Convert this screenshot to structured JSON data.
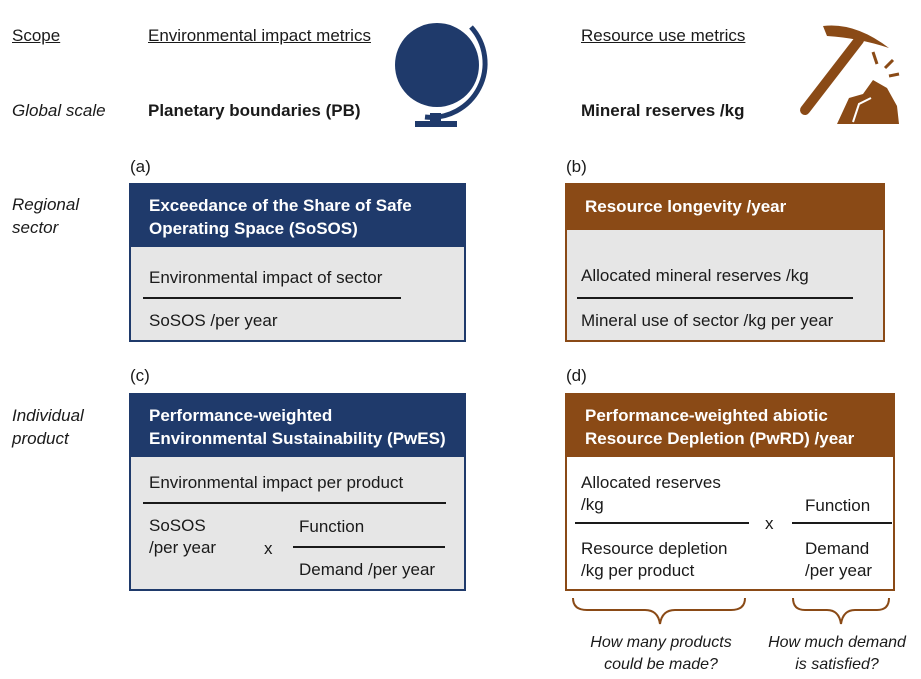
{
  "headers": {
    "scope": "Scope",
    "environmental": "Environmental impact metrics",
    "resource": "Resource use metrics"
  },
  "rows": {
    "global": "Global scale",
    "regional_line1": "Regional",
    "regional_line2": "sector",
    "individual_line1": "Individual",
    "individual_line2": "product"
  },
  "global_scale": {
    "planetary_boundaries": "Planetary boundaries (PB)",
    "mineral_reserves": "Mineral reserves /kg"
  },
  "icons": {
    "globe": "globe-icon",
    "pickaxe": "pickaxe-icon"
  },
  "colors": {
    "blue": "#1f3a6b",
    "brown": "#8a4a16",
    "box_fill": "#e6e6e6"
  },
  "panel_a": {
    "letter": "(a)",
    "title_line1": "Exceedance of the Share of Safe",
    "title_line2": "Operating Space (SoSOS)",
    "numerator": "Environmental impact of sector",
    "denominator": "SoSOS /per year"
  },
  "panel_b": {
    "letter": "(b)",
    "title": "Resource longevity /year",
    "numerator": "Allocated mineral reserves /kg",
    "denominator": "Mineral use of sector /kg per year"
  },
  "panel_c": {
    "letter": "(c)",
    "title_line1": "Performance-weighted",
    "title_line2": "Environmental Sustainability (PwES)",
    "numerator": "Environmental impact per product",
    "denom_left_line1": "SoSOS",
    "denom_left_line2": "/per year",
    "times": "x",
    "function": "Function",
    "demand": "Demand /per year"
  },
  "panel_d": {
    "letter": "(d)",
    "title_line1": "Performance-weighted abiotic",
    "title_line2": "Resource Depletion (PwRD) /year",
    "left_num_line1": "Allocated reserves",
    "left_num_line2": "/kg",
    "left_den_line1": "Resource depletion",
    "left_den_line2": "/kg per product",
    "times": "x",
    "function": "Function",
    "demand_line1": "Demand",
    "demand_line2": "/per year"
  },
  "annotations": {
    "products_line1": "How many products",
    "products_line2": "could be made?",
    "demand_line1": "How much demand",
    "demand_line2": "is satisfied?"
  }
}
